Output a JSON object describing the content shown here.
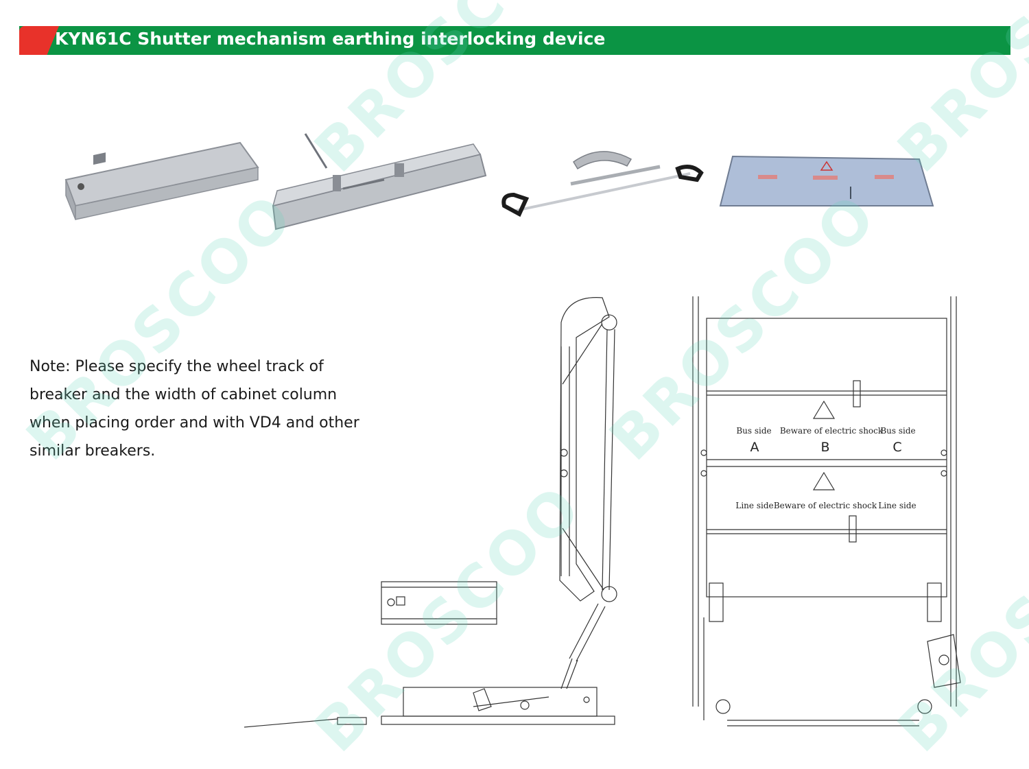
{
  "header": {
    "title": "KYN61C Shutter mechanism earthing interlocking device",
    "accent_color": "#e8322a",
    "bar_color": "#0b9444"
  },
  "note": {
    "lines": [
      "Note: Please specify the wheel track of",
      "breaker and the width of cabinet column",
      "when placing order and with VD4 and other",
      "similar breakers."
    ]
  },
  "photos": [
    {
      "name": "cover-housing-photo"
    },
    {
      "name": "shutter-rail-photo"
    },
    {
      "name": "linkage-rod-photo"
    },
    {
      "name": "shutter-plate-photo"
    }
  ],
  "shutter_drawing": {
    "upper_labels": [
      "Bus side",
      "Beware of electric shock",
      "Bus side"
    ],
    "phase_letters": [
      "A",
      "B",
      "C"
    ],
    "lower_labels": [
      "Line side",
      "Beware of electric shock",
      "Line side"
    ]
  },
  "watermark": {
    "text": "BROSCOO",
    "color": "#64d7b9"
  }
}
